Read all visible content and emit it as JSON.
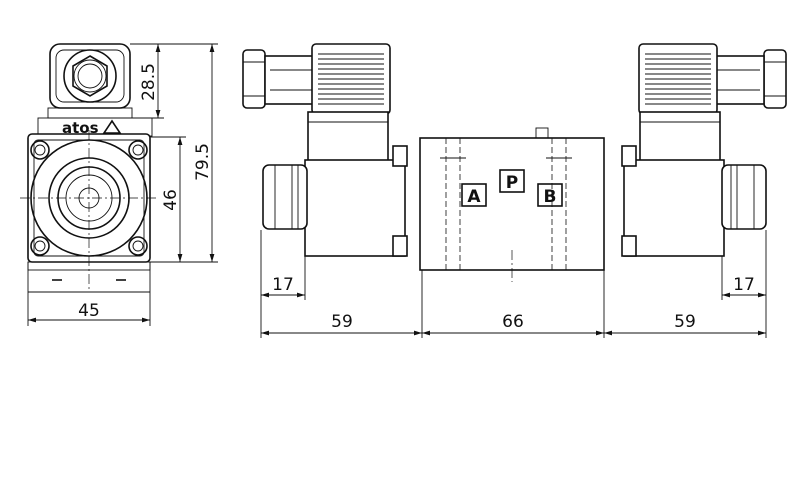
{
  "dimensions": {
    "coil_height": "28.5",
    "total_height": "79.5",
    "body_height": "46",
    "width": "45",
    "actuator_left": "59",
    "body_width": "66",
    "actuator_right": "59",
    "override_left": "17",
    "override_right": "17"
  },
  "ports": {
    "a": "A",
    "p": "P",
    "b": "B"
  },
  "brand": {
    "name": "atos"
  }
}
